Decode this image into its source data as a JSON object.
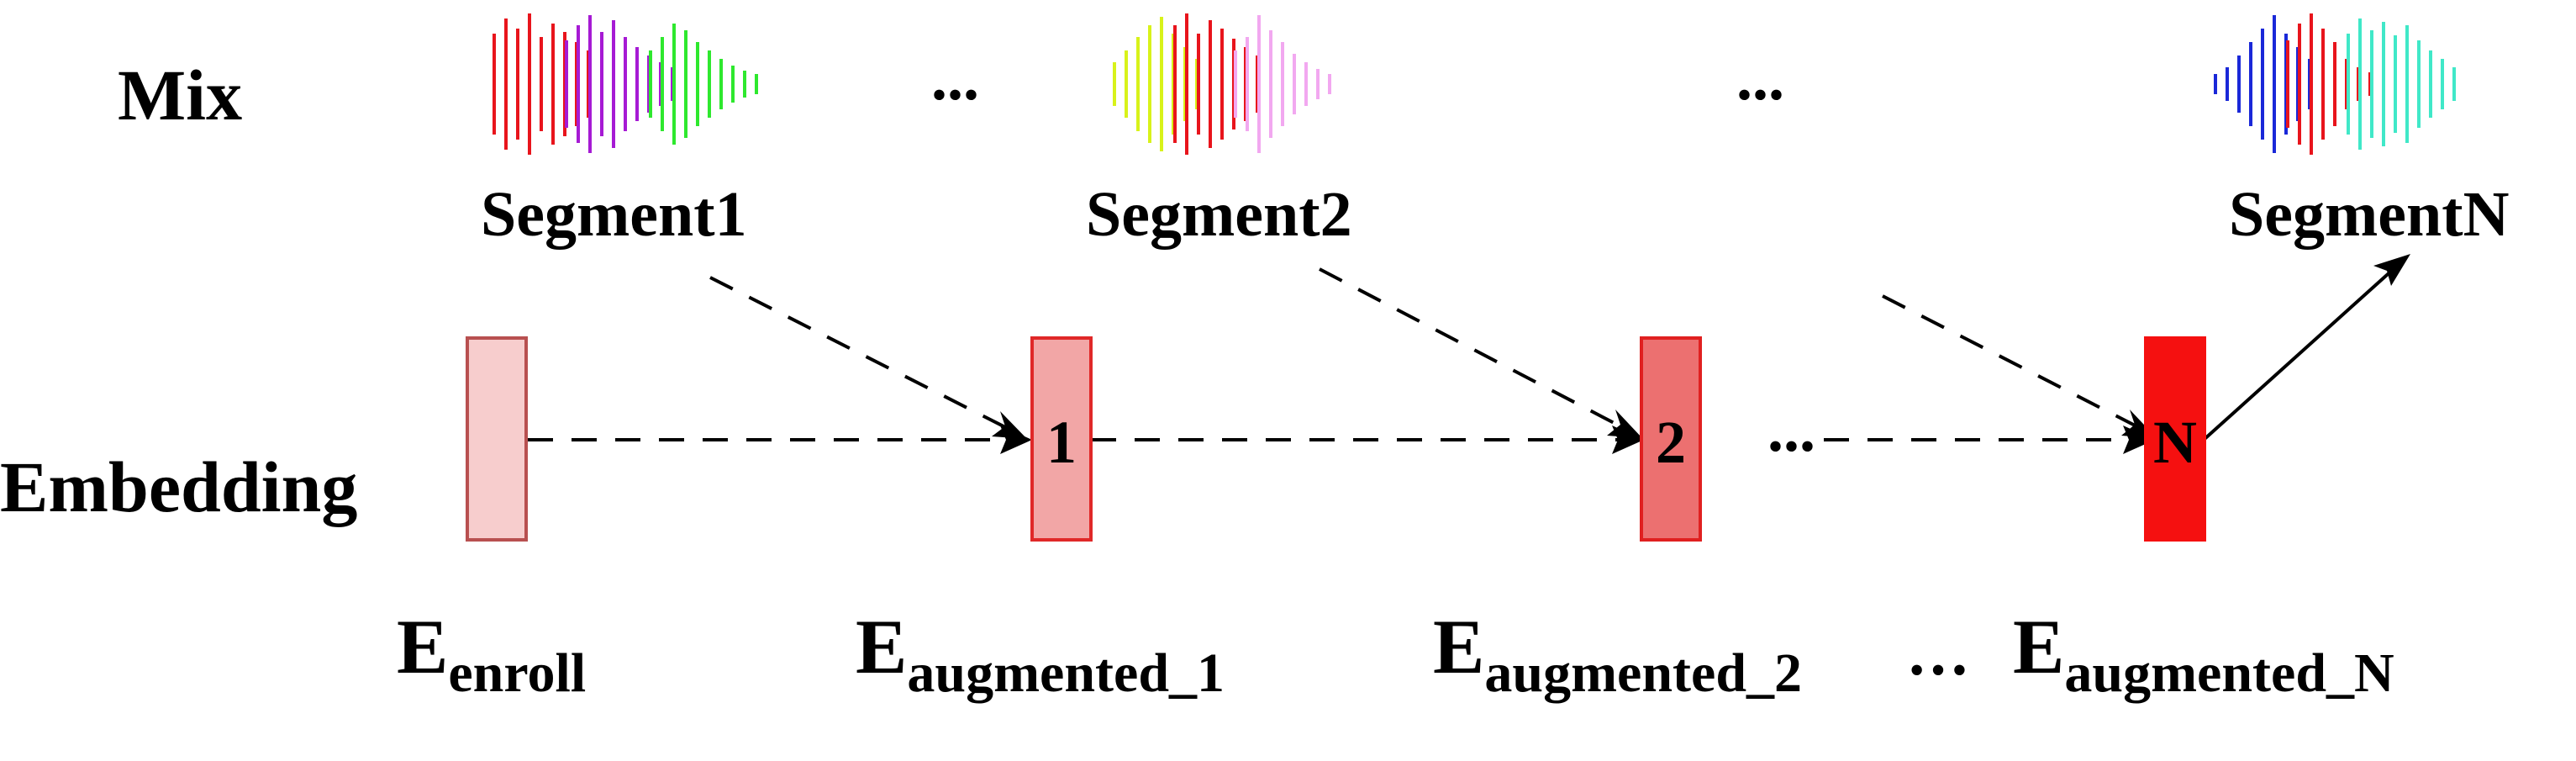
{
  "rows": {
    "mix": "Mix",
    "embedding": "Embedding"
  },
  "segments": [
    {
      "label": "Segment1",
      "colors": [
        "#e8141c",
        "#a61ad4",
        "#2ee82e"
      ]
    },
    {
      "label": "Segment2",
      "colors": [
        "#d8f21a",
        "#e8141c",
        "#f2a8f0"
      ]
    },
    {
      "label": "SegmentN",
      "colors": [
        "#1a28d8",
        "#e8141c",
        "#40e8c8"
      ]
    }
  ],
  "ellipsis": "...",
  "ellipsis_bottom": "···",
  "boxes": [
    {
      "label": "",
      "fill": "#f7cdcd",
      "stroke": "#b85050"
    },
    {
      "label": "1",
      "fill": "#f2a6a6",
      "stroke": "#e02828"
    },
    {
      "label": "2",
      "fill": "#ec7070",
      "stroke": "#e02020"
    },
    {
      "label": "N",
      "fill": "#f51010",
      "stroke": "#f51010"
    }
  ],
  "embeddings": [
    {
      "main": "E",
      "sub": "enroll"
    },
    {
      "main": "E",
      "sub": "augmented_1"
    },
    {
      "main": "E",
      "sub": "augmented_2"
    },
    {
      "main": "E",
      "sub": "augmented_N"
    }
  ]
}
